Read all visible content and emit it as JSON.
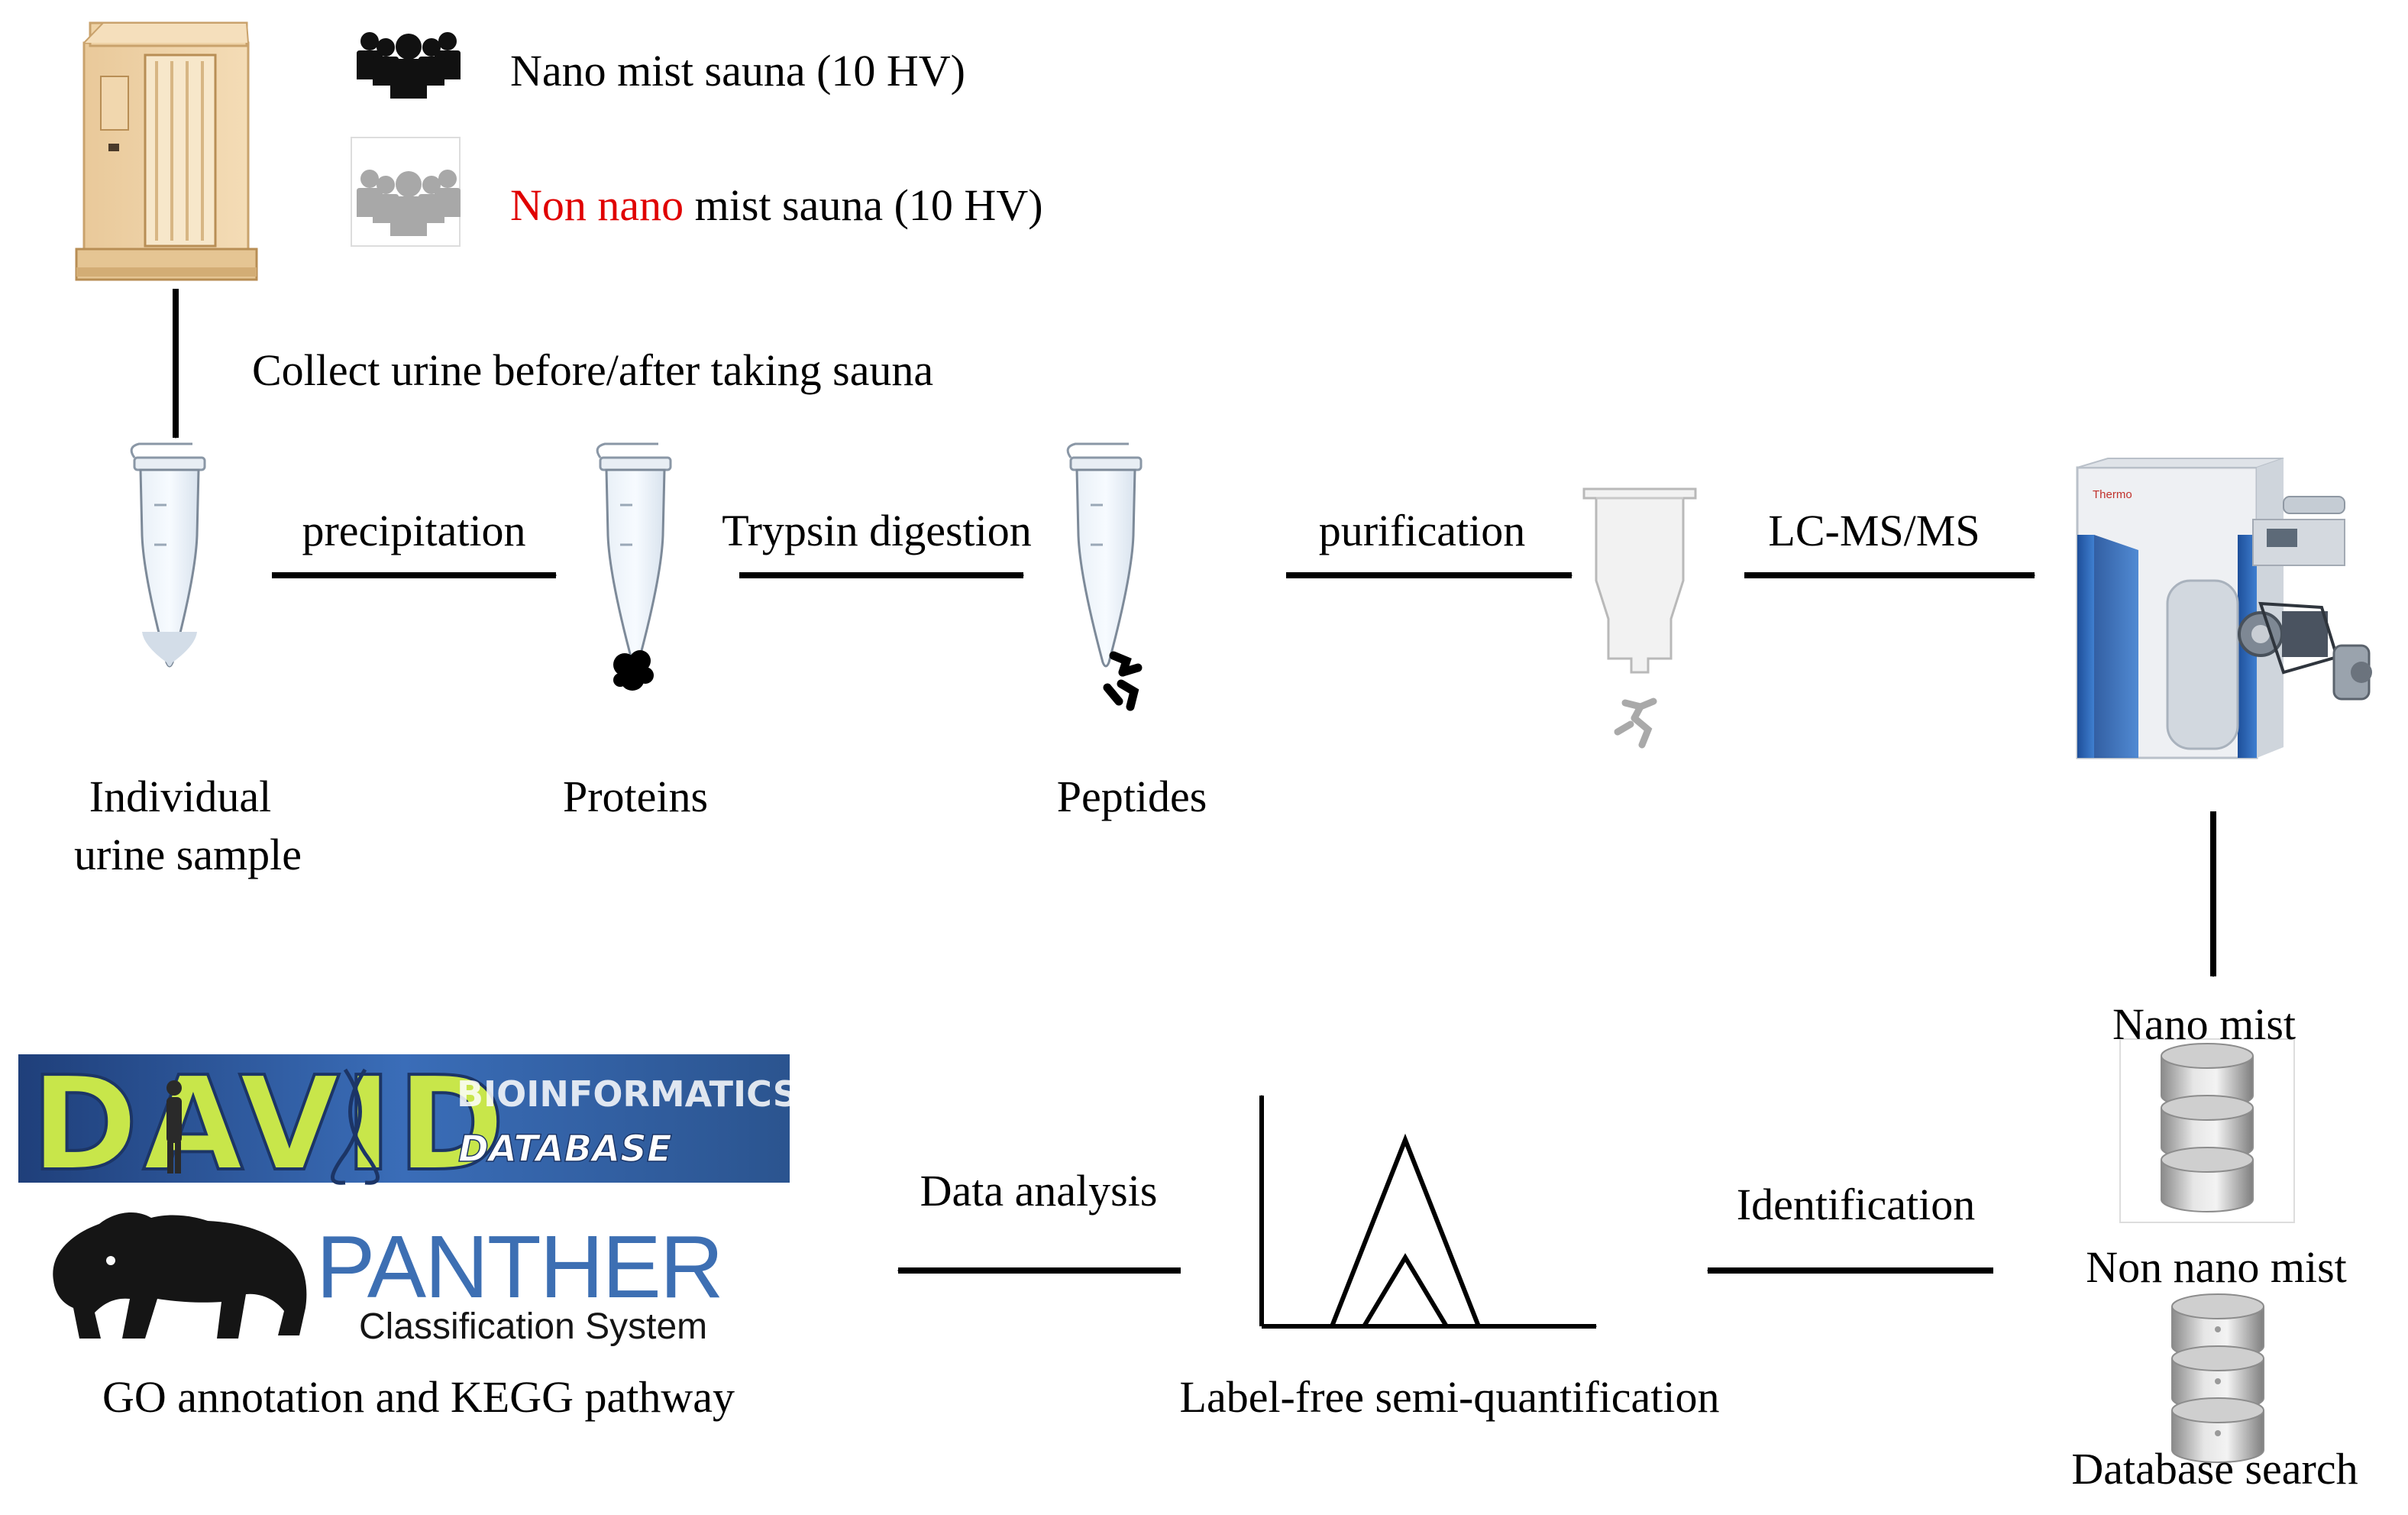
{
  "groups": {
    "nano": "Nano mist sauna (10 HV)",
    "non_nano_highlight": "Non nano",
    "non_nano_rest": " mist sauna (10 HV)"
  },
  "steps": {
    "collect": "Collect urine before/after taking sauna",
    "precipitation": "precipitation",
    "trypsin": "Trypsin digestion",
    "purification": "purification",
    "lcms": "LC-MS/MS",
    "identification": "Identification",
    "data_analysis": "Data analysis"
  },
  "samples": {
    "urine_line1": "Individual",
    "urine_line2": "urine sample",
    "proteins": "Proteins",
    "peptides": "Peptides"
  },
  "databases": {
    "nano_mist": "Nano mist",
    "non_nano_mist": "Non nano mist",
    "database_search": "Database search"
  },
  "outputs": {
    "quant": "Label-free semi-quantification",
    "go_kegg": "GO annotation and KEGG pathway"
  },
  "logos": {
    "david_main": "DAVID",
    "david_line1": "BIOINFORMATICS",
    "david_line2": "DATABASE",
    "panther_main": "PANTHER",
    "panther_sub": "Classification System",
    "ms_brand": "Thermo"
  },
  "colors": {
    "highlight": "#e00000",
    "people_dark": "#111111",
    "people_light": "#a8a8a8",
    "david_blue": "#2f5fa8",
    "david_green": "#c8e64a",
    "panther_blue": "#3d6fb3",
    "ms_blue": "#2a63b0"
  },
  "icons": [
    "sauna-cabin-icon",
    "people-group-icon",
    "microtube-icon",
    "protein-clump-icon",
    "peptide-fragments-icon",
    "spin-column-icon",
    "mass-spectrometer-icon",
    "database-stack-icon",
    "peak-chart-icon",
    "panther-icon",
    "dna-icon",
    "human-figure-icon"
  ]
}
